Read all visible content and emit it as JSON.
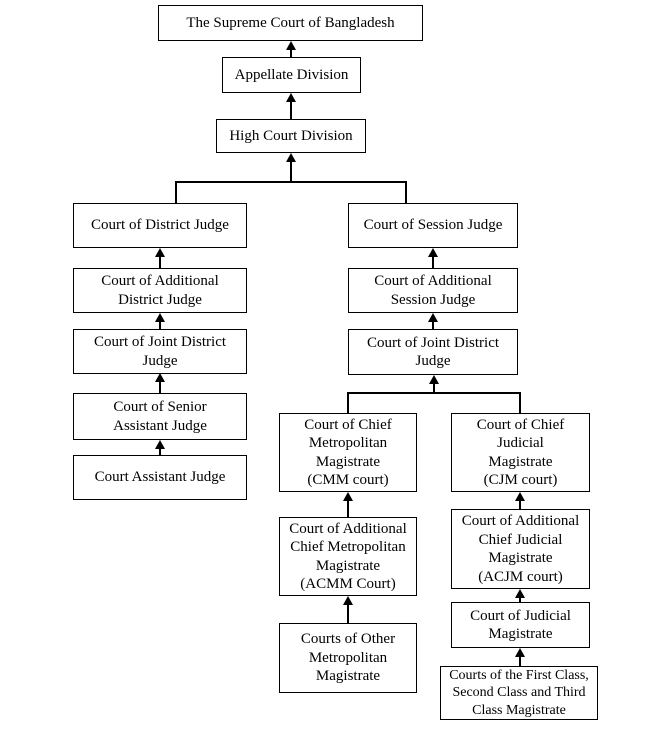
{
  "diagram": {
    "type": "hierarchy",
    "subject": "Court structure of Bangladesh",
    "arrow_direction": "upward (lower court points to higher court)",
    "colors": {
      "background": "#ffffff",
      "line": "#000000",
      "box_border": "#000000",
      "text": "#000000"
    }
  },
  "nodes": {
    "supreme_court": "The Supreme Court of Bangladesh",
    "appellate_division": "Appellate Division",
    "high_court_division": "High Court Division",
    "district_judge": "Court of District Judge",
    "additional_district_judge": "Court of Additional\nDistrict Judge",
    "joint_district_judge_left": "Court of Joint District\nJudge",
    "senior_assistant_judge": "Court of Senior\nAssistant Judge",
    "court_assistant_judge": "Court Assistant Judge",
    "session_judge": "Court of Session Judge",
    "additional_session_judge": "Court of Additional\nSession Judge",
    "joint_district_judge_right": "Court of Joint District\nJudge",
    "cmm": "Court of Chief\nMetropolitan\nMagistrate\n(CMM court)",
    "acmm": "Court of Additional\nChief Metropolitan\nMagistrate\n(ACMM Court)",
    "other_metropolitan": "Courts of Other\nMetropolitan\nMagistrate",
    "cjm": "Court of Chief\nJudicial\nMagistrate\n(CJM court)",
    "acjm": "Court of Additional\nChief Judicial\nMagistrate\n(ACJM court)",
    "judicial_magistrate": "Court of Judicial\nMagistrate",
    "first_second_third_class": "Courts of the First Class,\nSecond Class and Third\nClass Magistrate"
  },
  "edges": [
    {
      "from": "appellate_division",
      "to": "supreme_court"
    },
    {
      "from": "high_court_division",
      "to": "appellate_division"
    },
    {
      "from": "district_judge",
      "to": "high_court_division"
    },
    {
      "from": "session_judge",
      "to": "high_court_division"
    },
    {
      "from": "additional_district_judge",
      "to": "district_judge"
    },
    {
      "from": "joint_district_judge_left",
      "to": "additional_district_judge"
    },
    {
      "from": "senior_assistant_judge",
      "to": "joint_district_judge_left"
    },
    {
      "from": "court_assistant_judge",
      "to": "senior_assistant_judge"
    },
    {
      "from": "additional_session_judge",
      "to": "session_judge"
    },
    {
      "from": "joint_district_judge_right",
      "to": "additional_session_judge"
    },
    {
      "from": "cmm",
      "to": "joint_district_judge_right"
    },
    {
      "from": "cjm",
      "to": "joint_district_judge_right"
    },
    {
      "from": "acmm",
      "to": "cmm"
    },
    {
      "from": "other_metropolitan",
      "to": "acmm"
    },
    {
      "from": "acjm",
      "to": "cjm"
    },
    {
      "from": "judicial_magistrate",
      "to": "acjm"
    },
    {
      "from": "first_second_third_class",
      "to": "judicial_magistrate"
    }
  ]
}
